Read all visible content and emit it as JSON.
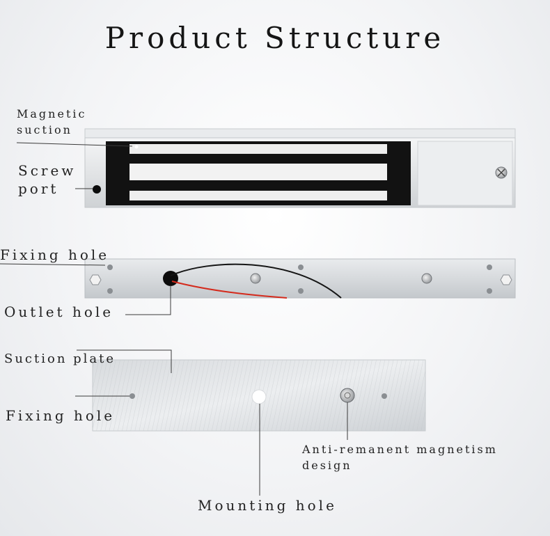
{
  "title": "Product Structure",
  "labels": {
    "magnetic_suction": [
      "Magnetic",
      "suction"
    ],
    "screw_port": [
      "Screw",
      "port"
    ],
    "fixing_hole_top": "Fixing hole",
    "outlet_hole": "Outlet hole",
    "suction_plate": "Suction plate",
    "fixing_hole_bottom": "Fixing hole",
    "anti_remanent": [
      "Anti-remanent magnetism",
      "design"
    ],
    "mounting_hole": "Mounting hole"
  }
}
